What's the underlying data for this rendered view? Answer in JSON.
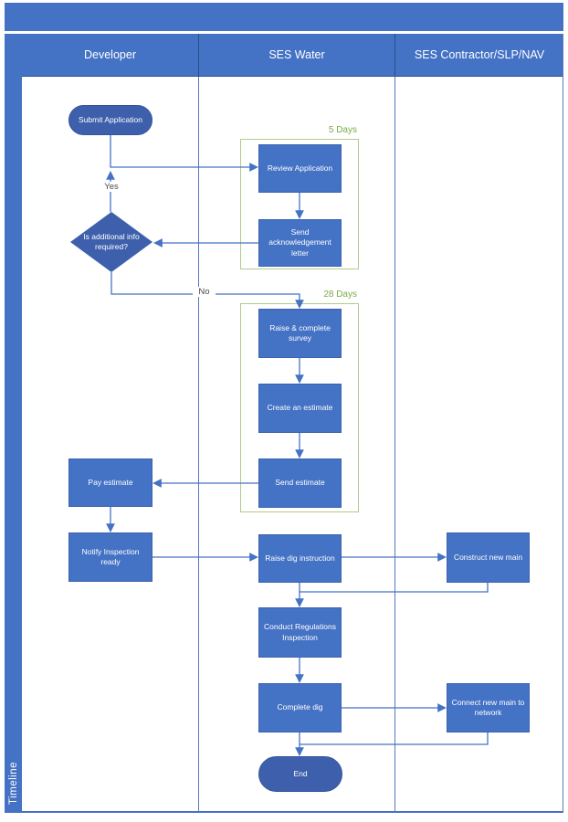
{
  "diagram": {
    "timeline_label": "Timeline",
    "lanes": [
      {
        "label": "Developer"
      },
      {
        "label": "SES Water"
      },
      {
        "label": "SES Contractor/SLP/NAV"
      }
    ],
    "durations": {
      "five_days": "5 Days",
      "twenty_eight_days": "28 Days"
    },
    "nodes": {
      "submit_application": "Submit Application",
      "review_application": "Review Application",
      "send_acknowledgement_letter": "Send acknowledgement letter",
      "is_additional_info_required": "Is additional info required?",
      "raise_complete_survey": "Raise & complete survey",
      "create_an_estimate": "Create an estimate",
      "send_estimate": "Send estimate",
      "pay_estimate": "Pay estimate",
      "notify_inspection_ready": "Notify Inspection ready",
      "raise_dig_instruction": "Raise dig instruction",
      "construct_new_main": "Construct new main",
      "conduct_regulations_inspection": "Conduct Regulations Inspection",
      "complete_dig": "Complete dig",
      "connect_new_main_to_network": "Connect new main to network",
      "end": "End"
    },
    "edge_labels": {
      "yes": "Yes",
      "no": "No"
    },
    "colors": {
      "accent_blue": "#4472C4",
      "shape_dark_blue": "#3E60AC",
      "container_green_border": "#AFCC8B",
      "duration_green_text": "#76AD47"
    }
  }
}
